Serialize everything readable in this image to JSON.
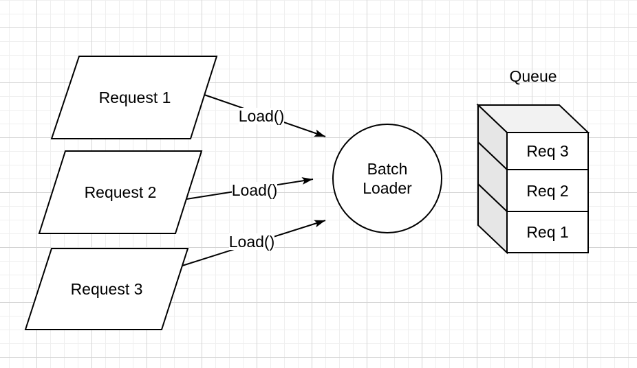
{
  "canvas": {
    "grid_minor_color": "#efefef",
    "grid_major_color": "#d4d4d4"
  },
  "nodes": {
    "request1": {
      "label": "Request 1"
    },
    "request2": {
      "label": "Request 2"
    },
    "request3": {
      "label": "Request 3"
    },
    "batch_loader": {
      "line1": "Batch",
      "line2": "Loader"
    },
    "queue": {
      "title": "Queue",
      "items": [
        {
          "label": "Req 3"
        },
        {
          "label": "Req 2"
        },
        {
          "label": "Req 1"
        }
      ],
      "side_fill": "#e6e6e6",
      "top_fill": "#f2f2f2"
    }
  },
  "edges": [
    {
      "label": "Load()"
    },
    {
      "label": "Load()"
    },
    {
      "label": "Load()"
    }
  ]
}
